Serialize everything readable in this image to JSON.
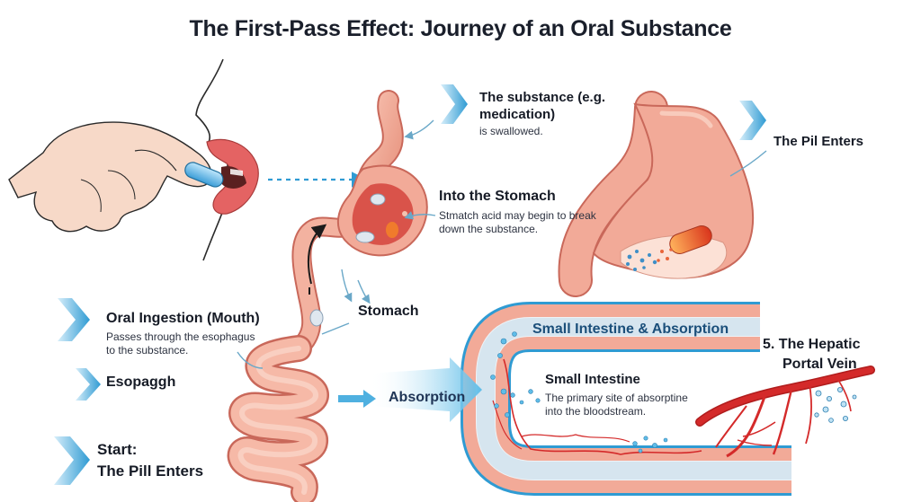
{
  "title": "The First-Pass Effect: Journey of an Oral Substance",
  "labels": {
    "swallow_heading_1": "The substance (e.g.",
    "swallow_heading_2": "medication)",
    "swallow_sub": "is swallowed.",
    "pill_enters_right": "The Pil Enters",
    "into_stomach_heading": "Into the Stomach",
    "into_stomach_sub_1": "Stmatch acid may begin to break",
    "into_stomach_sub_2": "down the substance.",
    "stomach": "Stomach",
    "oral_heading": "Oral Ingestion (Mouth)",
    "oral_sub_1": "Passes through the esophagus",
    "oral_sub_2": "to the substance.",
    "esophagus": "Esopaggh",
    "start_1": "Start:",
    "start_2": "The Pill Enters",
    "small_intestine_absorption": "Small Intestine & Absorption",
    "hepatic_1": "5. The Hepatic",
    "hepatic_2": "Portal Vein",
    "absorption": "Absorption",
    "small_intestine_heading": "Small Intestine",
    "small_intestine_sub_1": "The primary site of absorptine",
    "small_intestine_sub_2": "into the bloodstream."
  },
  "colors": {
    "tissue": "#f2aa98",
    "tissue_dark": "#c9685a",
    "tissue_light": "#fbd8cc",
    "stomach_inner": "#d9534a",
    "vessel_red": "#d42a2a",
    "accent_blue": "#2f9bd3",
    "absorption_blue": "#5fbde8",
    "skin": "#f7d9c8",
    "lips": "#e46363"
  },
  "icons": [
    "hand-holding-pill",
    "pill-capsule-icon",
    "chevron-arrow-icon",
    "blood-vessel-icon"
  ]
}
